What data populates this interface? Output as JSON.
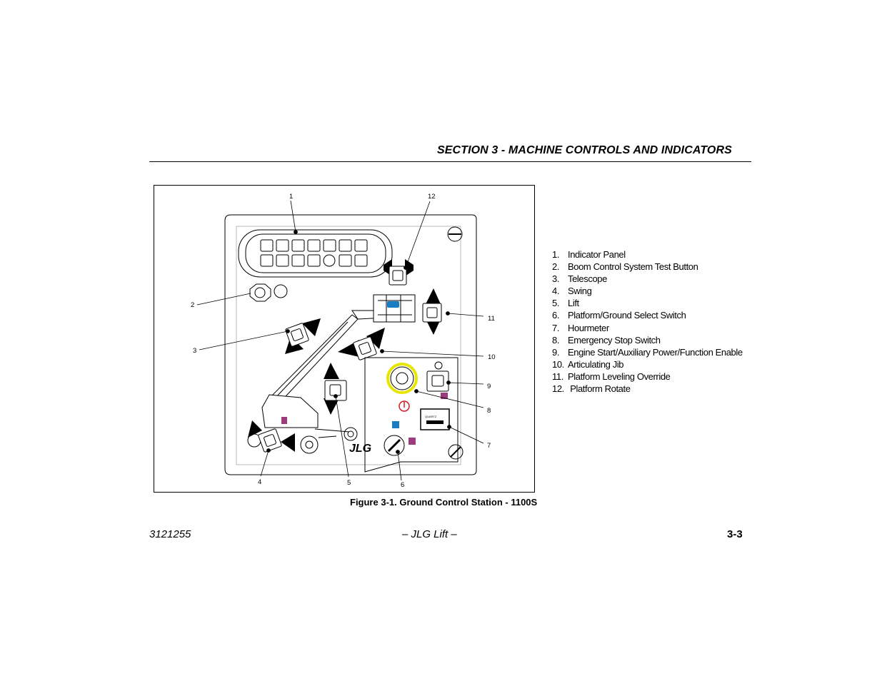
{
  "header": {
    "section_title": "SECTION 3 - MACHINE CONTROLS AND INDICATORS"
  },
  "figure": {
    "caption": "Figure 3-1. Ground Control Station - 1100S",
    "callouts": [
      "1",
      "2",
      "3",
      "4",
      "5",
      "6",
      "7",
      "8",
      "9",
      "10",
      "11",
      "12"
    ],
    "panel_logo": "JLG",
    "hourmeter_text": "QUARTZ",
    "colors": {
      "emergency_ring": "#e6e600",
      "indicator_blue": "#1a7cc1",
      "indicator_purple": "#9c3c7f",
      "warning_red": "#d21f26"
    }
  },
  "legend": [
    {
      "num": "1.",
      "label": "Indicator Panel"
    },
    {
      "num": "2.",
      "label": "Boom Control System Test Button"
    },
    {
      "num": "3.",
      "label": "Telescope"
    },
    {
      "num": "4.",
      "label": "Swing"
    },
    {
      "num": "5.",
      "label": "Lift"
    },
    {
      "num": "6.",
      "label": "Platform/Ground Select Switch"
    },
    {
      "num": "7.",
      "label": "Hourmeter"
    },
    {
      "num": "8.",
      "label": "Emergency Stop Switch"
    },
    {
      "num": "9.",
      "label": "Engine Start/Auxiliary Power/Function Enable"
    },
    {
      "num": "10.",
      "label": "Articulating Jib"
    },
    {
      "num": "11.",
      "label": "Platform Leveling Override"
    },
    {
      "num": "12.",
      "label": " Platform Rotate"
    }
  ],
  "footer": {
    "doc_number": "3121255",
    "center": "– JLG Lift –",
    "page": "3-3"
  }
}
